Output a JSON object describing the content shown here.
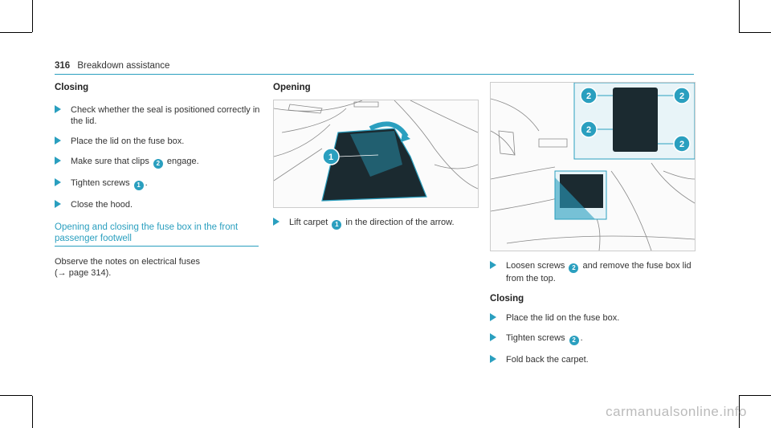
{
  "header": {
    "page_number": "316",
    "section": "Breakdown assistance"
  },
  "col1": {
    "closing_heading": "Closing",
    "steps": [
      {
        "pre": "Check whether the seal is positioned correctly in the lid.",
        "badge": "",
        "post": ""
      },
      {
        "pre": "Place the lid on the fuse box.",
        "badge": "",
        "post": ""
      },
      {
        "pre": "Make sure that clips ",
        "badge": "2",
        "post": " engage."
      },
      {
        "pre": "Tighten screws ",
        "badge": "1",
        "post": "."
      },
      {
        "pre": "Close the hood.",
        "badge": "",
        "post": ""
      }
    ],
    "section_heading": "Opening and closing the fuse box in the front passenger footwell",
    "observe": "Observe the notes on electrical fuses",
    "page_ref": "(→ page 314)."
  },
  "col2": {
    "opening_heading": "Opening",
    "figure_callout": "1",
    "step": {
      "pre": "Lift carpet ",
      "badge": "1",
      "post": " in the direction of the arrow."
    }
  },
  "col3": {
    "figure_callouts": [
      "2",
      "2",
      "2",
      "2"
    ],
    "step1": {
      "pre": "Loosen screws ",
      "badge": "2",
      "post": " and remove the fuse box lid from the top."
    },
    "closing_heading": "Closing",
    "steps": [
      {
        "pre": "Place the lid on the fuse box.",
        "badge": "",
        "post": ""
      },
      {
        "pre": "Tighten screws ",
        "badge": "2",
        "post": "."
      },
      {
        "pre": "Fold back the carpet.",
        "badge": "",
        "post": ""
      }
    ]
  },
  "watermark": "carmanualsonline.info",
  "colors": {
    "accent": "#2a9fbf",
    "dark_fill": "#1b2a30"
  }
}
